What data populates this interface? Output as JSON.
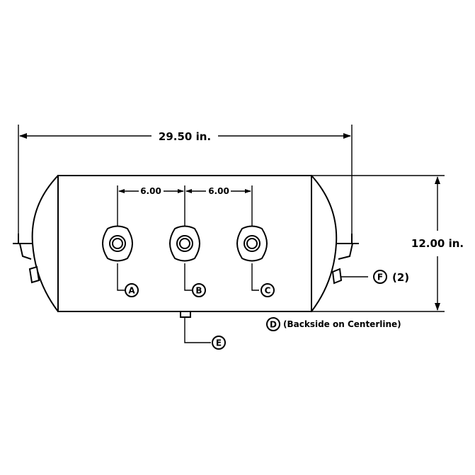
{
  "dimensions": {
    "overall_length": "29.50 in.",
    "diameter": "12.00 in.",
    "port_spacing_left": "6.00",
    "port_spacing_right": "6.00"
  },
  "callouts": {
    "a": "A",
    "b": "B",
    "c": "C",
    "d": "D",
    "d_note": "(Backside on Centerline)",
    "e": "E",
    "f": "F",
    "f_note": "(2)"
  }
}
